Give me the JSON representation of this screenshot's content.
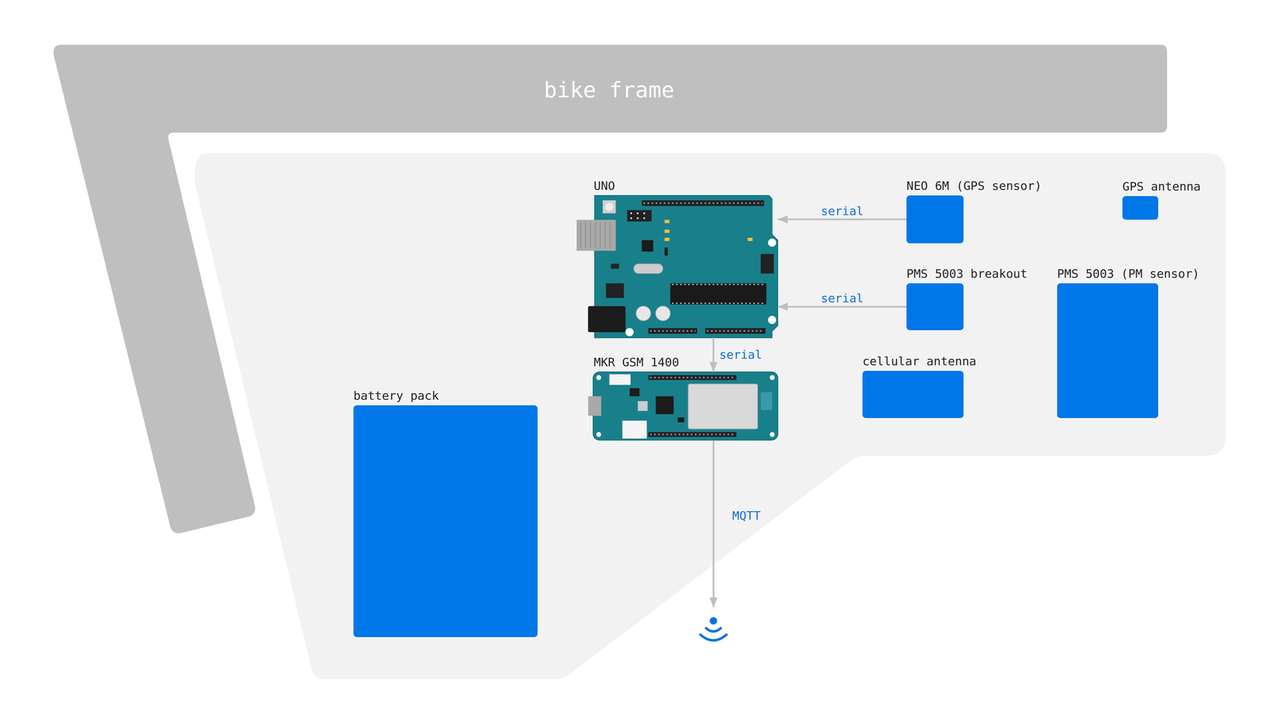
{
  "diagram": {
    "nodes": [
      {
        "text": [
          "bike frame"
        ]
      },
      {
        "text": [
          "UNO"
        ]
      },
      {
        "text": [
          "NEO 6M (GPS sensor)"
        ]
      },
      {
        "text": [
          "GPS antenna"
        ]
      },
      {
        "text": [
          "PMS 5003 breakout"
        ]
      },
      {
        "text": [
          "PMS 5003 (PM sensor)"
        ]
      },
      {
        "text": [
          "cellular antenna"
        ]
      },
      {
        "text": [
          "MKR GSM 1400"
        ]
      },
      {
        "text": [
          "battery pack"
        ]
      }
    ],
    "edges": [
      {
        "from": 2,
        "to": 1,
        "arrow": "to",
        "label": "serial"
      },
      {
        "from": 4,
        "to": 1,
        "arrow": "to",
        "label": "serial"
      },
      {
        "from": 1,
        "to": 7,
        "arrow": "to",
        "label": "serial"
      }
    ],
    "labels": [
      "MQTT"
    ]
  }
}
